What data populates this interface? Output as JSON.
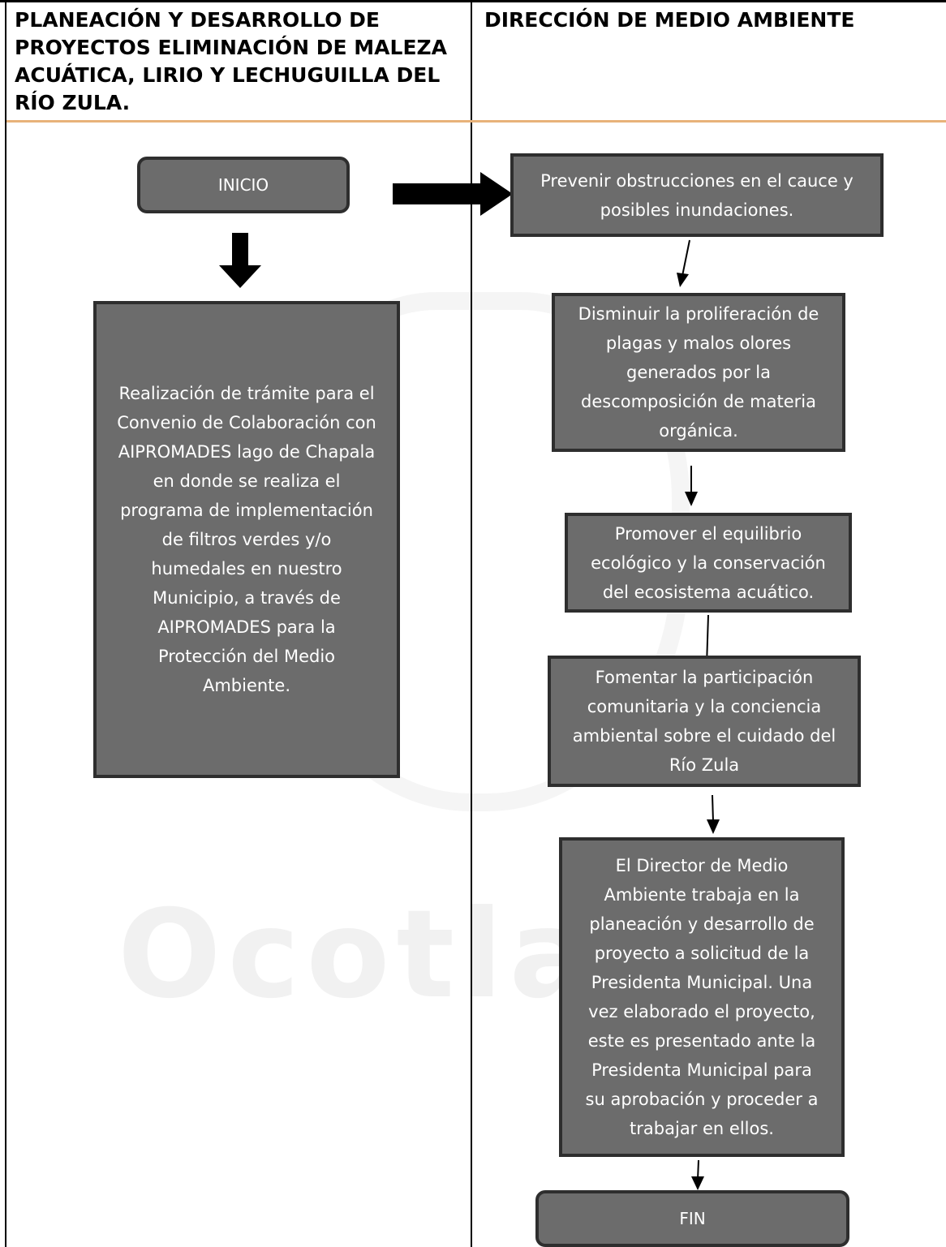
{
  "headers": {
    "left": "PLANEACIÓN Y DESARROLLO DE PROYECTOS ELIMINACIÓN DE MALEZA ACUÁTICA, LIRIO Y LECHUGUILLA DEL RÍO ZULA.",
    "right": "DIRECCIÓN DE MEDIO AMBIENTE"
  },
  "watermark": {
    "text": "Ocotla"
  },
  "flow": {
    "start": "INICIO",
    "tramite": "Realización de trámite para el Convenio de Colaboración con AIPROMADES lago de Chapala en donde se realiza el programa de implementación de filtros verdes y/o humedales en nuestro Municipio, a través de AIPROMADES para la Protección del Medio Ambiente.",
    "step1": "Prevenir obstrucciones en el cauce y posibles inundaciones.",
    "step2": "Disminuir la proliferación de plagas y malos olores generados por la descomposición de materia orgánica.",
    "step3": "Promover el equilibrio ecológico y la conservación del ecosistema acuático.",
    "step4": "Fomentar la participación comunitaria y la conciencia ambiental sobre el cuidado del Río Zula",
    "step5": "El Director de Medio Ambiente trabaja en la planeación y desarrollo de proyecto a solicitud de la Presidenta Municipal. Una vez elaborado el proyecto, este es presentado ante la Presidenta Municipal para su aprobación y proceder a trabajar en ellos.",
    "end": "FIN"
  }
}
